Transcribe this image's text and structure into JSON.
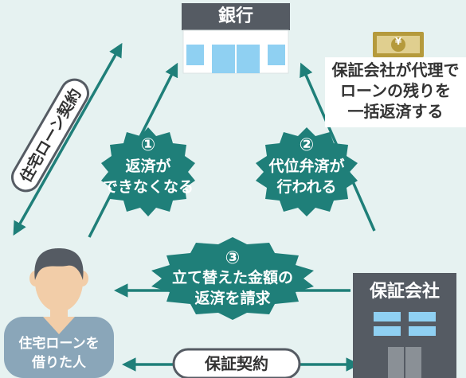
{
  "bank": {
    "label": "銀行"
  },
  "guarantor": {
    "label": "保証会社"
  },
  "borrower": {
    "line1": "住宅ローンを",
    "line2": "借りた人"
  },
  "loan_contract": {
    "label": "住宅ローン契約"
  },
  "guarantee_contract": {
    "label": "保証契約"
  },
  "yen_symbol": "¥",
  "note": {
    "line1": "保証会社が代理で",
    "line2": "ローンの残りを",
    "line3": "一括返済する"
  },
  "steps": [
    {
      "num": "①",
      "line1": "返済が",
      "line2": "できなくなる"
    },
    {
      "num": "②",
      "line1": "代位弁済が",
      "line2": "行われる"
    },
    {
      "num": "③",
      "line1": "立て替えた金額の",
      "line2": "返済を請求"
    }
  ],
  "colors": {
    "background": "#e6f2f1",
    "arrow": "#1f7f79",
    "burst": "#1f7f79",
    "label_dark": "#555b63",
    "building": "#ffffff",
    "window": "#8fd0f2",
    "guarantor_building": "#555b63",
    "person_skin": "#f2cda8",
    "person_hair": "#555b63",
    "person_shirt": "#8aa6b9",
    "banknote": "#b59a3c"
  },
  "icons": [
    "bank-building-icon",
    "guarantor-building-icon",
    "borrower-person-icon",
    "banknote-icon"
  ]
}
